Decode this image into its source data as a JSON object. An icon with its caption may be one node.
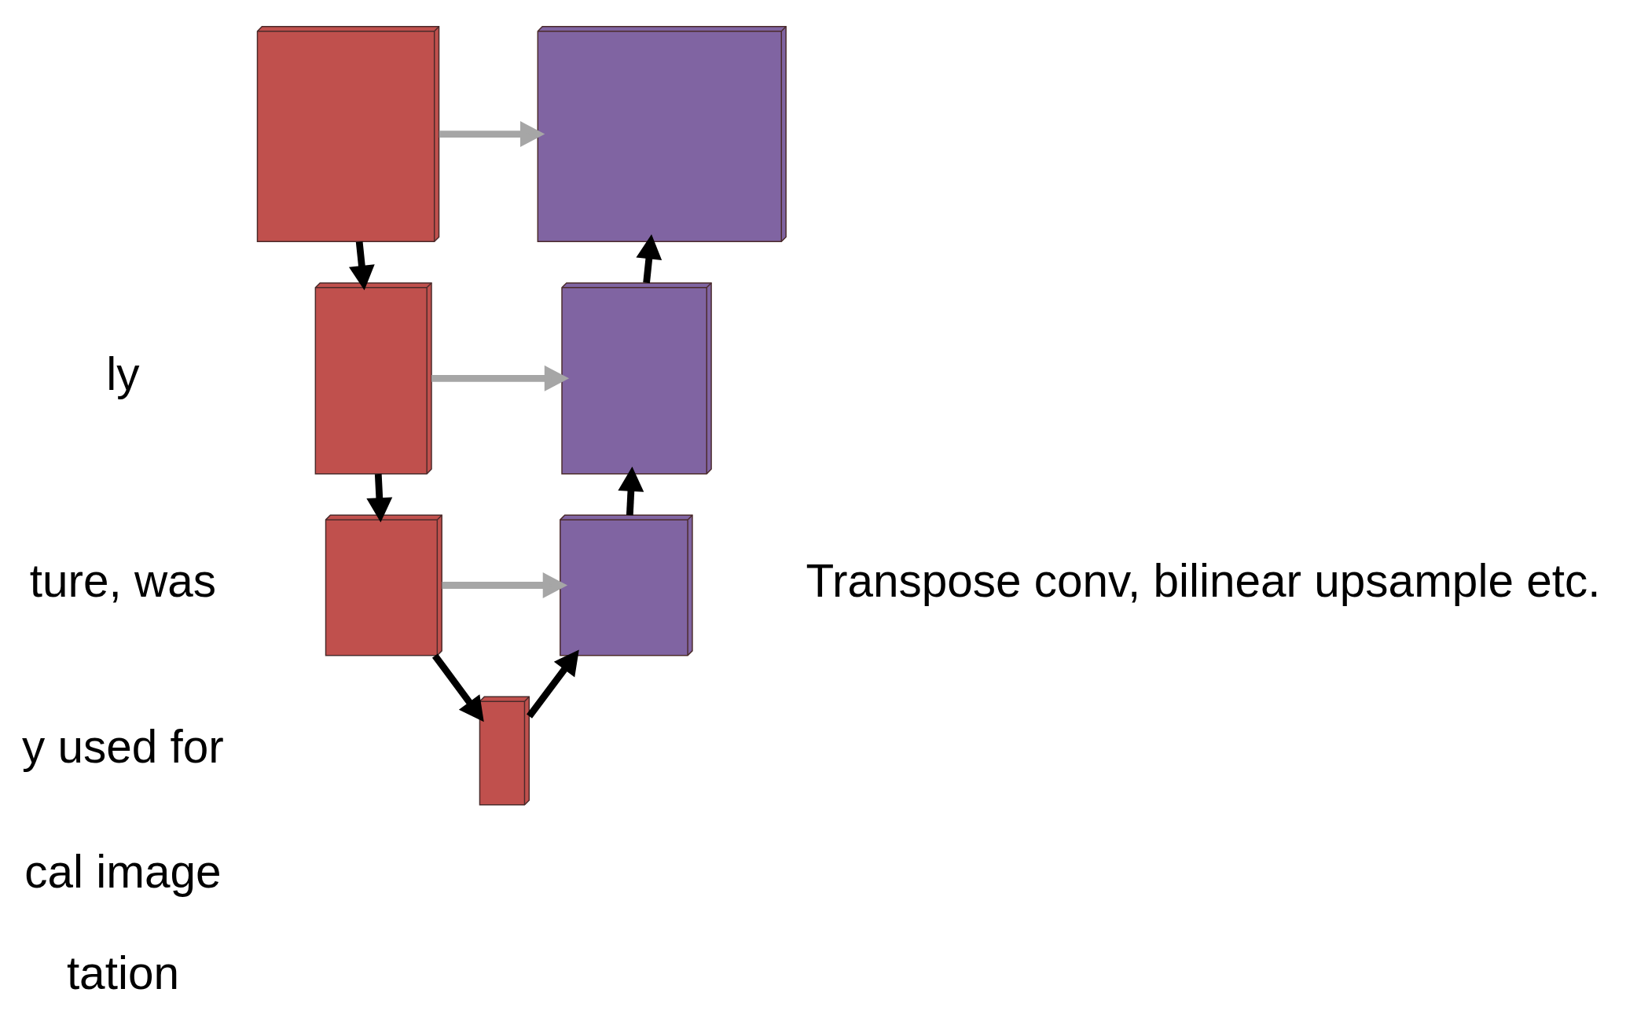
{
  "diagram": {
    "nodes": [
      {
        "text": [],
        "shape": "box"
      },
      {
        "text": [],
        "shape": "box"
      },
      {
        "text": [],
        "shape": "box"
      },
      {
        "text": [],
        "shape": "box"
      },
      {
        "text": [],
        "shape": "box"
      },
      {
        "text": [],
        "shape": "box"
      },
      {
        "text": [],
        "shape": "box"
      }
    ],
    "edges": [
      {
        "from": 0,
        "to": 6,
        "arrow": "to",
        "color": "#a6a6a6"
      },
      {
        "from": 0,
        "to": 1,
        "arrow": "to"
      },
      {
        "from": 1,
        "to": 5,
        "arrow": "to",
        "color": "#a6a6a6"
      },
      {
        "from": 1,
        "to": 2,
        "arrow": "to"
      },
      {
        "from": 2,
        "to": 4,
        "arrow": "to",
        "color": "#a6a6a6"
      },
      {
        "from": 2,
        "to": 3,
        "arrow": "to"
      },
      {
        "from": 3,
        "to": 4,
        "arrow": "to"
      },
      {
        "from": 4,
        "to": 5,
        "arrow": "to"
      },
      {
        "from": 5,
        "to": 6,
        "arrow": "to"
      }
    ],
    "labels": [
      "ly",
      "ture, was",
      "y used for",
      "cal image",
      "tation",
      "Transpose conv, bilinear upsample etc."
    ]
  }
}
